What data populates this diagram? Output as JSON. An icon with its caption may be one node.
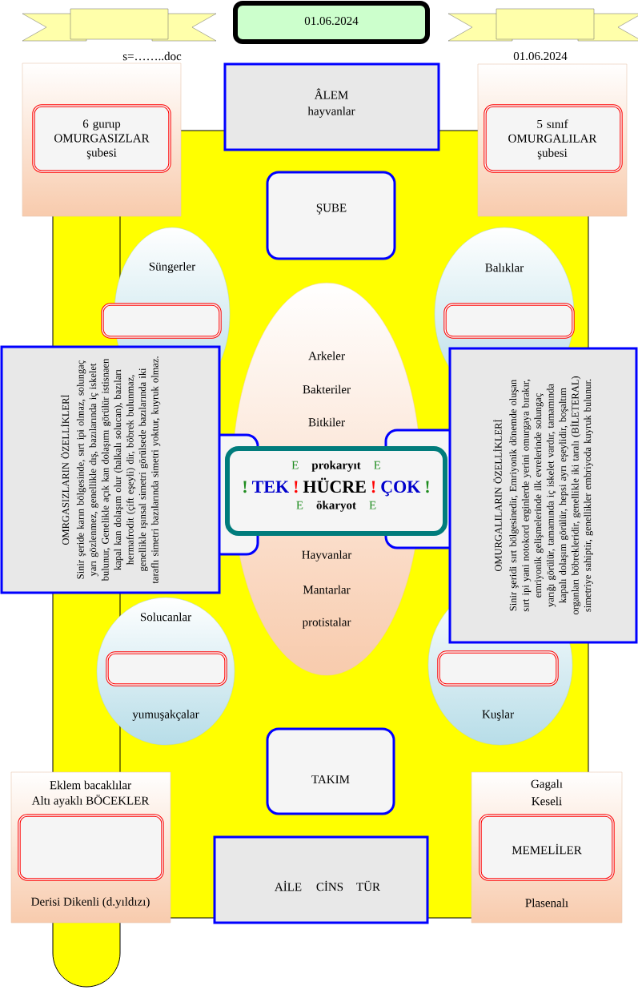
{
  "diagram": {
    "nodes": [
      {
        "text": [
          "01.06.2024"
        ]
      },
      {
        "text": [],
        "shape": "box"
      },
      {
        "text": [
          "6 gurup OMURGASIZLAR şubesi"
        ],
        "in": 1
      },
      {
        "text": [
          "ÂLEM",
          "hayvanlar"
        ]
      },
      {
        "text": [],
        "shape": "box"
      },
      {
        "text": [
          "5 sınıf OMURGALILAR şubesi"
        ],
        "in": 4
      },
      {
        "text": [
          "ŞUBE"
        ]
      },
      {
        "text": [
          "Süngerler"
        ]
      },
      {
        "text": [],
        "shape": "box",
        "in": 7
      },
      {
        "text": [
          "Balıklar"
        ]
      },
      {
        "text": [],
        "shape": "box",
        "in": 9
      },
      {
        "text": [
          "Arkeler",
          "Bakteriler",
          "Bitkiler",
          "Hayvanlar",
          "Mantarlar",
          "protistalar"
        ]
      },
      {
        "text": [
          "OMRGASIZLARIN ÖZELLİKLERİ",
          "Sinir şeride karın bölgesinde, sırt ipi olmaz, solungaç yarı gözlenmez, genellikle dış, bazılarında iç iskelet bulunur, Genelikle açık kan dolaşımı görülür istisnaen kapal kan dolaşım olur (halkalı solucan), bazıları hermafrodit (çift eşeyli) dir, böbrek bulunmaz, genellikle ışınsal simetri görülsede bazılarında iki taraflı simetri bazılarında simetri yoktur, kuyruk olmaz."
        ]
      },
      {
        "text": [
          "OMURGALILARIN ÖZELLİKLERİ",
          "Sinir şeridi sırt bölgesinedir, Emriyonik dönemde oluşan sırt ipi yani notokord erginlerde yerini omurgaya bırakır, emriyonik gelişmelerinde ilk evrelerinde solungaç yarığı görülür, tamamında iç iskelet vardır, tamamında kapalı dolaşım görülür, hepsi ayrı eşeylidir, boşaltım organları böbrekleridir, genellikle iki taralı (BİLETERAL) simetriye sahiptir, genellikler embriyoda kuyruk bulunur."
        ]
      },
      {
        "text": [
          "E",
          "prokaryıt",
          "E",
          "!",
          "TEK",
          "!",
          "HÜCRE",
          "!",
          "ÇOK",
          "!",
          "E",
          "ökaryot",
          "E"
        ]
      },
      {
        "text": [
          "Solucanlar",
          "yumuşakçalar"
        ]
      },
      {
        "text": [],
        "shape": "box",
        "in": 15
      },
      {
        "text": [
          "Kuşlar"
        ]
      },
      {
        "text": [],
        "shape": "box",
        "in": 17
      },
      {
        "text": [
          "TAKIM"
        ]
      },
      {
        "text": [
          "Eklem bacaklılar",
          "Altı ayaklı BÖCEKLER",
          "Derisi Dikenli (d.yıldızı)"
        ]
      },
      {
        "text": [],
        "shape": "box",
        "in": 20
      },
      {
        "text": [
          "AİLE",
          "CİNS",
          "TÜR"
        ]
      },
      {
        "text": [
          "Gagalı",
          "Keseli",
          "Plasenalı"
        ]
      },
      {
        "text": [
          "MEMELİLER"
        ],
        "in": 23
      }
    ],
    "labels": [
      "s=……..doc",
      "01.06.2024"
    ]
  }
}
